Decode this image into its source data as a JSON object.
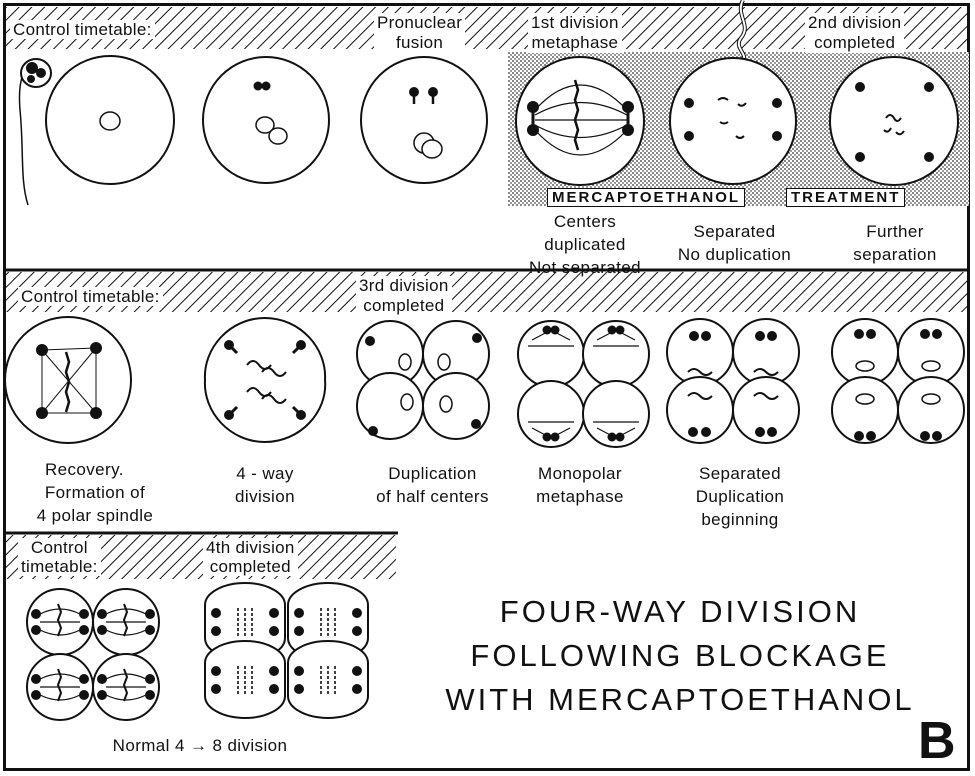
{
  "row1": {
    "control_label": "Control timetable:",
    "stage_pronuclear": [
      "Pronuclear",
      "fusion"
    ],
    "stage_first_div": [
      "1st division",
      "metaphase"
    ],
    "stage_second_div": [
      "2nd division",
      "completed"
    ],
    "treatment_left": "MERCAPTOETHANOL",
    "treatment_right": "TREATMENT",
    "captions": [
      [
        "Centers",
        "duplicated",
        "Not separated"
      ],
      [
        "Separated",
        "No duplication"
      ],
      [
        "Further",
        "separation"
      ]
    ]
  },
  "row2": {
    "control_label": "Control timetable:",
    "stage_third_div": [
      "3rd division",
      "completed"
    ],
    "captions": [
      [
        "Recovery.",
        "Formation of",
        "4 polar spindle"
      ],
      [
        "4 - way",
        "division"
      ],
      [
        "Duplication",
        "of half centers"
      ],
      [
        "Monopolar",
        "metaphase"
      ],
      [
        "Separated",
        "Duplication",
        "beginning"
      ]
    ]
  },
  "row3": {
    "control_label": [
      "Control",
      "timetable:"
    ],
    "stage_fourth_div": [
      "4th division",
      "completed"
    ],
    "caption": "Normal 4 → 8 division"
  },
  "title": [
    "FOUR-WAY DIVISION",
    "FOLLOWING BLOCKAGE",
    "WITH MERCAPTOETHANOL"
  ],
  "panel_letter": "B"
}
